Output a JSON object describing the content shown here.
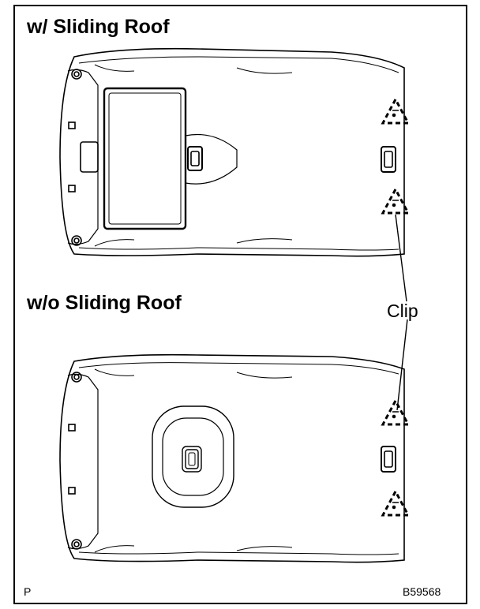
{
  "headings": {
    "with_roof": "w/ Sliding Roof",
    "without_roof": "w/o Sliding Roof"
  },
  "callout": "Clip",
  "corner_letter": "P",
  "figure_code": "B59568"
}
